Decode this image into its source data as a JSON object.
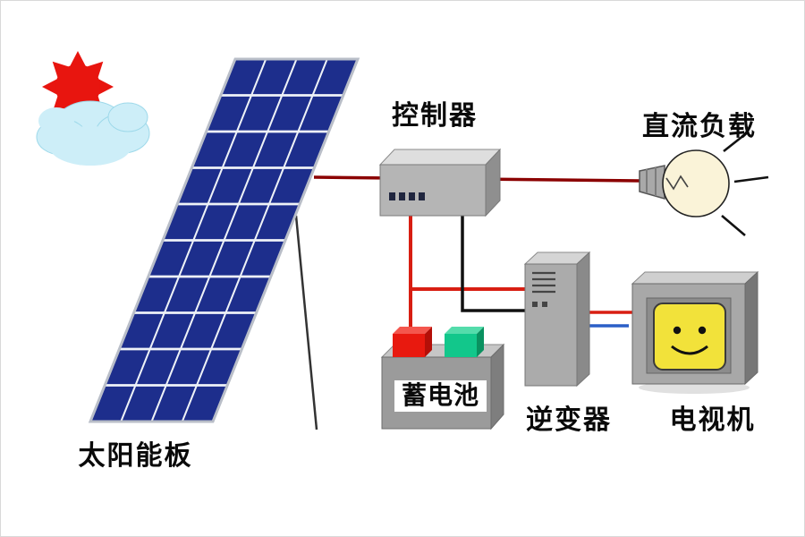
{
  "labels": {
    "solar_panel": "太阳能板",
    "controller": "控制器",
    "dc_load": "直流负载",
    "battery": "蓄电池",
    "inverter": "逆变器",
    "tv": "电视机"
  },
  "colors": {
    "panel_cell": "#1d2e8c",
    "panel_grid": "#eef2f7",
    "sun_red": "#e8150f",
    "cloud_blue": "#cdeef8",
    "wire_red": "#d81e12",
    "wire_dark_red": "#8b0000",
    "wire_black": "#111111",
    "wire_blue": "#2b5fc7",
    "box_gray": "#b0b0b0",
    "bulb_glass": "#faf3d8",
    "terminal_red": "#e8190f",
    "terminal_green": "#12c78b",
    "tv_screen_yellow": "#f2e23a"
  },
  "components": [
    {
      "id": "sun_cloud",
      "type": "weather-icon",
      "label": ""
    },
    {
      "id": "solar_panel",
      "type": "solar-panel",
      "label": "太阳能板"
    },
    {
      "id": "controller",
      "type": "charge-controller",
      "label": "控制器"
    },
    {
      "id": "dc_load",
      "type": "light-bulb",
      "label": "直流负载"
    },
    {
      "id": "battery",
      "type": "storage-battery",
      "label": "蓄电池"
    },
    {
      "id": "inverter",
      "type": "inverter-tower",
      "label": "逆变器"
    },
    {
      "id": "tv",
      "type": "television",
      "label": "电视机"
    }
  ],
  "connections": [
    {
      "from": "solar_panel",
      "to": "controller",
      "wire": "dark-red"
    },
    {
      "from": "controller",
      "to": "dc_load",
      "wire": "dark-red"
    },
    {
      "from": "controller",
      "to": "battery",
      "wire": "red"
    },
    {
      "from": "controller",
      "to": "inverter",
      "wire": "red"
    },
    {
      "from": "controller",
      "to": "inverter",
      "wire": "black"
    },
    {
      "from": "inverter",
      "to": "tv",
      "wire": "red"
    },
    {
      "from": "inverter",
      "to": "tv",
      "wire": "blue"
    }
  ]
}
